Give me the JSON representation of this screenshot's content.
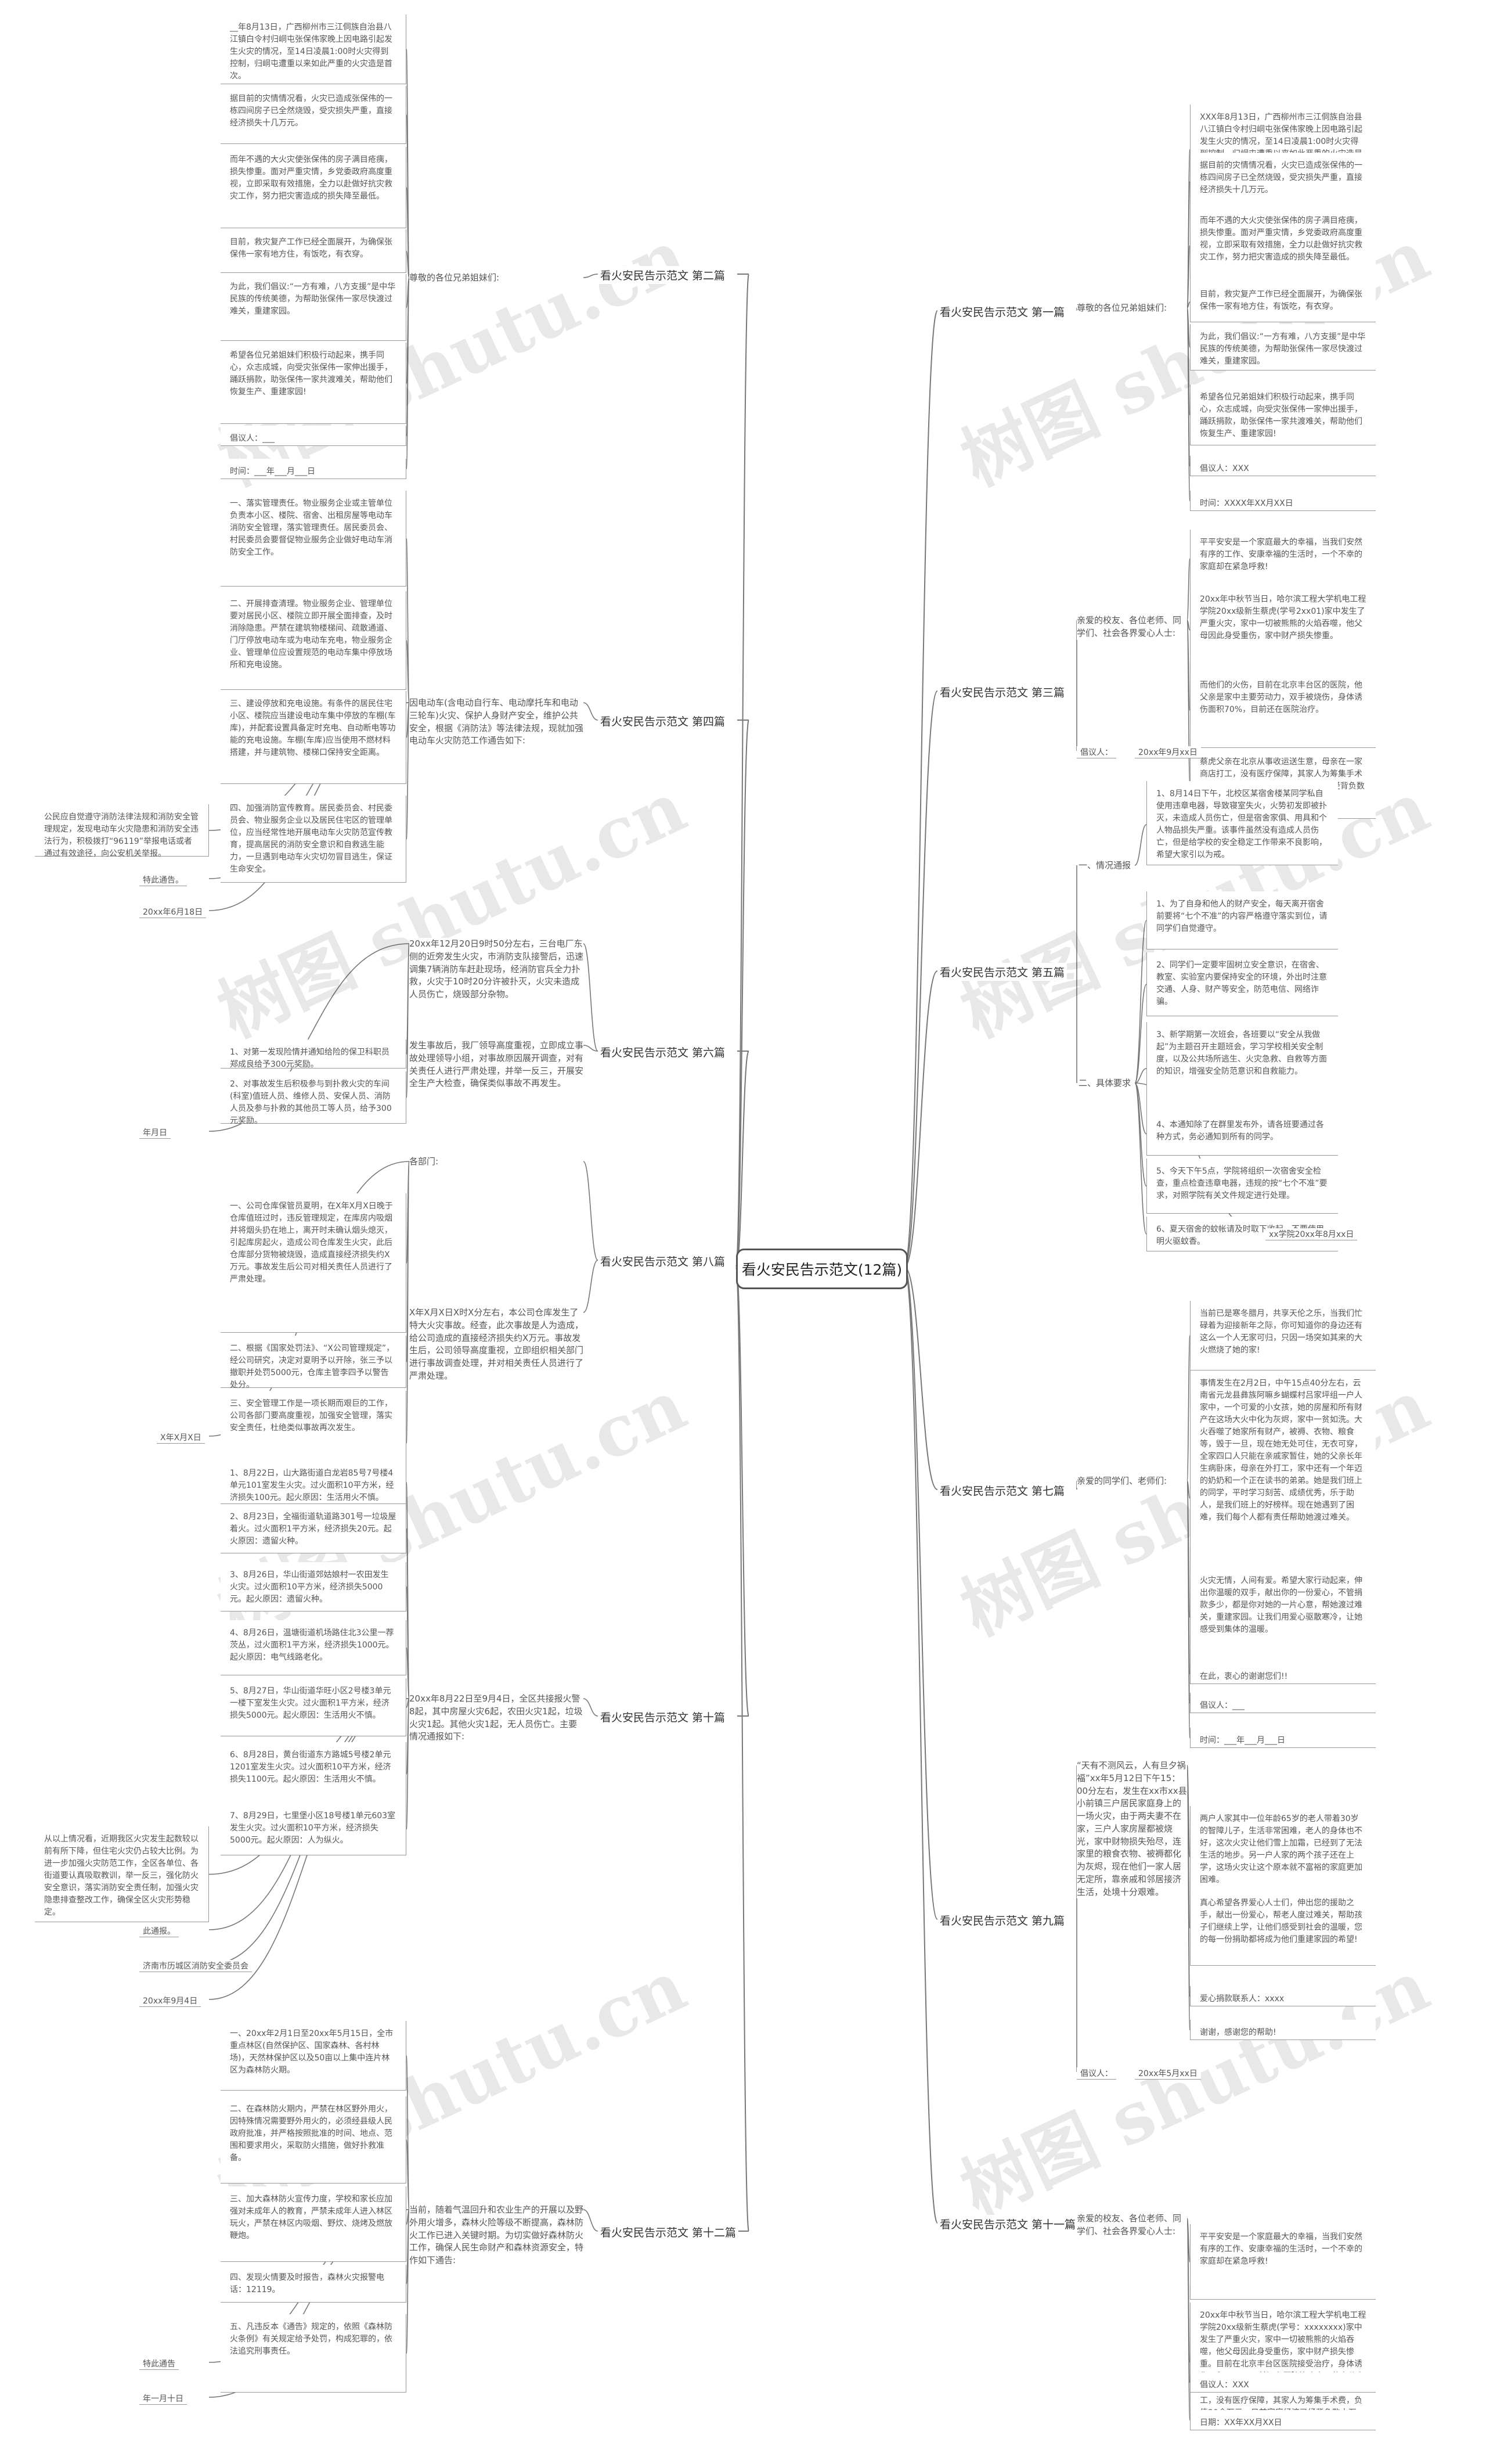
{
  "watermark": "树图 shutu.cn",
  "root": "看火安民告示范文(12篇)",
  "right": [
    {
      "title": "看火安民告示范文 第一篇",
      "intro": "尊敬的各位兄弟姐妹们:",
      "items": [
        "XXX年8月13日，广西柳州市三江侗族自治县八江镇白令村归峒屯张保伟家晚上因电路引起发生火灾的情况，至14日凌晨1:00时火灾得到控制，归峒屯遭重以来如此严重的火灾造是首次。",
        "据目前的灾情情况看，火灾已造成张保伟的一栋四间房子已全然烧毁，受灾损失严重，直接经济损失十几万元。",
        "而年不遇的大火灾使张保伟的房子满目疮痍，损失惨重。面对严重灾情，乡党委政府高度重视，立即采取有效措施，全力以赴做好抗灾救灾工作，努力把灾害造成的损失降至最低。",
        "目前，救灾复产工作已经全面展开，为确保张保伟一家有地方住，有饭吃，有衣穿。",
        "为此，我们倡议:“一方有难，八方支援”是中华民族的传统美德，为帮助张保伟一家尽快渡过难关，重建家园。",
        "希望各位兄弟姐妹们积极行动起来，携手同心，众志成城，向受灾张保伟一家伸出援手，踊跃捐款，助张保伟一家共渡难关，帮助他们恢复生产、重建家园!",
        "倡议人：XXX",
        "时间：XXXX年XX月XX日"
      ]
    },
    {
      "title": "看火安民告示范文 第三篇",
      "intro": "亲爱的校友、各位老师、同学们、社会各界爱心人士:",
      "items": [
        "平平安安是一个家庭最大的幸福，当我们安然有序的工作、安康幸福的生活时，一个不幸的家庭却在紧急呼救!",
        "20xx年中秋节当日，哈尔滨工程大学机电工程学院20xx级新生蔡虎(学号2xx01)家中发生了严重火灾，家中一切被熊熊的火焰吞噬，他父母因此身受重伤，家中财产损失惨重。",
        "而他们的火伤，目前在北京丰台区的医院，他父亲是家中主要劳动力，双手被烧伤，身体诱伤面积70%，目前还在医院治疗。",
        "蔡虎父亲在北京从事收运送生意，母亲在一家商店打工，没有医疗保障，其家人为筹集手术费，负债30余万元，目前家庭经济已经背负数十万元。"
      ],
      "sign": [
        "倡议人：",
        "20xx年9月xx日"
      ]
    },
    {
      "title": "看火安民告示范文 第五篇",
      "sec1": "一、情况通报",
      "sec1_text": "1、8月14日下午，北校区某宿舍楼某同学私自使用违章电器，导致寝室失火，火势初发即被扑灭，未造成人员伤亡，但是宿舍家俱、用具和个人物品损失严重。该事件虽然没有造成人员伤亡，但是给学校的安全稳定工作带来不良影响，希望大家引以为戒。",
      "sec2": "二、具体要求",
      "sec2_items": [
        "1、为了自身和他人的财产安全，每天离开宿舍前要将“七个不准”的内容严格遵守落实到位，请同学们自觉遵守。",
        "2、同学们一定要牢固树立安全意识，在宿舍、教室、实验室内要保持安全的环境，外出时注意交通、人身、财产等安全，防范电信、网络诈骗。",
        "3、新学期第一次班会，各班要以“安全从我做起”为主题召开主题班会，学习学校相关安全制度，以及公共场所逃生、火灾急救、自救等方面的知识，增强安全防范意识和自救能力。",
        "4、本通知除了在群里发布外，请各班要通过各种方式，务必通知到所有的同学。",
        "5、今天下午5点，学院将组织一次宿舍安全检查，重点检查违章电器，违规的按“七个不准”要求，对照学院有关文件规定进行处理。",
        "6、夏天宿舍的蚊帐请及时取下收起，不要使用明火驱蚊香。"
      ],
      "sign": "xx学院20xx年8月xx日"
    },
    {
      "title": "看火安民告示范文 第七篇",
      "intro": "亲爱的同学们、老师们:",
      "items": [
        "当前已是寒冬腊月，共享天伦之乐，当我们忙碌着为迎接新年之际，你可知道你的身边还有这么一个人无家可归，只因一场突如其来的大火燃烧了她的家!",
        "事情发生在2月2日，中午15点40分左右，云南省元龙县彝族阿嘛乡蝴蝶村吕家坪组一户人家中，一个可爱的小女孩，她的房屋和所有财产在这场大火中化为灰烬，家中一贫如洗。大火吞噬了她家所有财产，被褥、衣物、粮食等，毁于一旦，现在她无处可住，无衣可穿，全家四口人只能在亲戚家暂住，她的父亲长年生病卧床，母亲在外打工，家中还有一个年迈的奶奶和一个正在读书的弟弟。她是我们班上的同学，平时学习刻苦、成绩优秀，乐于助人，是我们班上的好榜样。现在她遇到了困难，我们每个人都有责任帮助她渡过难关。",
        "火灾无情，人间有爱。希望大家行动起来，伸出你温暖的双手，献出你的一份爱心，不管捐款多少，都是你对她的一片心意，帮她渡过难关，重建家园。让我们用爱心驱散寒冷，让她感受到集体的温暖。",
        "在此，衷心的谢谢您们!!",
        "倡议人：___",
        "时间：___年___月___日"
      ]
    },
    {
      "title": "看火安民告示范文 第九篇",
      "intro": "“天有不测风云，人有旦夕祸福”xx年5月12日下午15：00分左右，发生在xx市xx县小前镇三户居民家庭身上的一场火灾，由于两夫妻不在家，三户人家房屋都被烧光，家中财物损失殆尽，连家里的粮食衣物、被褥都化为灰烬，现在他们一家人居无定所，靠亲戚和邻居接济生活，处境十分艰难。",
      "items": [
        "两户人家其中一位年龄65岁的老人带着30岁的智障儿子，生活非常困难，老人的身体也不好，这次火灾让他们雪上加霜，已经到了无法生活的地步。另一户人家的两个孩子还在上学，这场火灾让这个原本就不富裕的家庭更加困难。",
        "真心希望各界爱心人士们，伸出您的援助之手，献出一份爱心，帮老人度过难关，帮助孩子们继续上学，让他们感受到社会的温暖，您的每一份捐助都将成为他们重建家园的希望!",
        "爱心捐款联系人：xxxx",
        "谢谢，感谢您的帮助!"
      ],
      "sign": [
        "倡议人：",
        "20xx年5月xx日"
      ]
    },
    {
      "title": "看火安民告示范文 第十一篇",
      "intro": "亲爱的校友、各位老师、同学们、社会各界爱心人士:",
      "items": [
        "平平安安是一个家庭最大的幸福，当我们安然有序的工作、安康幸福的生活时，一个不幸的家庭却在紧急呼救!",
        "20xx年中秋节当日，哈尔滨工程大学机电工程学院20xx级新生蔡虎(学号：xxxxxxxx)家中发生了严重火灾，家中一切被熊熊的火焰吞噬，他父母因此身受重伤，家中财产损失惨重。目前在北京丰台区医院接受治疗，身体诱伤面积70%，目前还在医院治疗中。蔡虎父亲在北京从事收运送生意，母亲在一家商店打工，没有医疗保障，其家人为筹集手术费，负债30余万元，目前家庭经济已经背负数十万元。",
        "倡议人：XXX",
        "日期：XX年XX月XX日"
      ]
    }
  ],
  "left": [
    {
      "title": "看火安民告示范文 第二篇",
      "intro": "尊敬的各位兄弟姐妹们:",
      "items": [
        "__年8月13日，广西柳州市三江侗族自治县八江镇白令村归峒屯张保伟家晚上因电路引起发生火灾的情况，至14日凌晨1:00时火灾得到控制，归峒屯遭重以来如此严重的火灾造是首次。",
        "据目前的灾情情况看，火灾已造成张保伟的一栋四间房子已全然烧毁，受灾损失严重，直接经济损失十几万元。",
        "而年不遇的大火灾使张保伟的房子满目疮痍，损失惨重。面对严重灾情，乡党委政府高度重视，立即采取有效措施，全力以赴做好抗灾救灾工作，努力把灾害造成的损失降至最低。",
        "目前，救灾复产工作已经全面展开，为确保张保伟一家有地方住，有饭吃，有衣穿。",
        "为此，我们倡议:“一方有难，八方支援”是中华民族的传统美德，为帮助张保伟一家尽快渡过难关，重建家园。",
        "希望各位兄弟姐妹们积极行动起来，携手同心，众志成城，向受灾张保伟一家伸出援手，踊跃捐款，助张保伟一家共渡难关，帮助他们恢复生产、重建家园!",
        "倡议人：___",
        "时间：___年___月___日"
      ]
    },
    {
      "title": "看火安民告示范文 第四篇",
      "intro": "因电动车(含电动自行车、电动摩托车和电动三轮车)火灾、保护人身财产安全，维护公共安全，根据《消防法》等法律法规，现就加强电动车火灾防范工作通告如下:",
      "items": [
        "一、落实管理责任。物业服务企业或主管单位负责本小区、楼院、宿舍、出租房屋等电动车消防安全管理，落实管理责任。居民委员会、村民委员会要督促物业服务企业做好电动车消防安全工作。",
        "二、开展排查清理。物业服务企业、管理单位要对居民小区、楼院立即开展全面排查，及时消除隐患。严禁在建筑物楼梯间、疏散通道、门厅停放电动车或为电动车充电，物业服务企业、管理单位应设置规范的电动车集中停放场所和充电设施。",
        "三、建设停放和充电设施。有条件的居民住宅小区、楼院应当建设电动车集中停放的车棚(车库)，并配套设置具备定时充电、自动断电等功能的充电设施。车棚(车库)应当使用不燃材料搭建，并与建筑物、楼梯口保持安全距离。",
        "四、加强消防宣传教育。居民委员会、村民委员会、物业服务企业以及居民住宅区的管理单位，应当经常性地开展电动车火灾防范宣传教育，提高居民的消防安全意识和自救逃生能力，一旦遇到电动车火灾切勿冒目逃生，保证生命安全。"
      ],
      "note": "公民应自觉遵守消防法律法规和消防安全管理规定，发现电动车火灾隐患和消防安全违法行为，积极拨打“96119”举报电话或者通过有效途径，向公安机关举报。",
      "sign": [
        "特此通告。",
        "20xx年6月18日"
      ]
    },
    {
      "title": "看火安民告示范文 第六篇",
      "intro": "20xx年12月20日9时50分左右，三台电厂东侧的近旁发生火灾，市消防支队接警后，迅速调集7辆消防车赶赴现场，经消防官兵全力扑救，火灾于10时20分许被扑灭，火灾未造成人员伤亡，烧毁部分杂物。",
      "intro2": "发生事故后，我厂领导高度重视，立即成立事故处理领导小组，对事故原因展开调查，对有关责任人进行严肃处理，并举一反三，开展安全生产大检查，确保类似事故不再发生。",
      "items": [
        "1、对第一发现险情并通知给险的保卫科职员郑成良给予300元奖励。",
        "2、对事故发生后积极参与到扑救火灾的车间(科室)值班人员、维修人员、安保人员、消防人员及参与扑救的其他员工等人员，给予300元奖励。"
      ],
      "sign": "年月日"
    },
    {
      "title": "看火安民告示范文 第八篇",
      "intro": "各部门:",
      "items": [
        "一、公司仓库保管员夏明，在X年X月X日晚于仓库值班过时，违反管理规定，在库房内吸烟并将烟头扔在地上，离开时未确认烟头熄灭，引起库房起火，造成公司仓库发生火灾，此后仓库部分货物被烧毁，造成直接经济损失约X万元。事故发生后公司对相关责任人员进行了严肃处理。",
        "二、根据《国家处罚法》、“X公司管理规定”，经公司研究，决定对夏明予以开除，张三予以撤职并处罚5000元，仓库主管李四予以警告处分。",
        "三、安全管理工作是一项长期而艰巨的工作，公司各部门要高度重视，加强安全管理，落实安全责任，杜绝类似事故再次发生。"
      ],
      "intro2": "X年X月X日X时X分左右，本公司仓库发生了特大火灾事故。经查，此次事故是人为造成，给公司造成的直接经济损失约X万元。事故发生后，公司领导高度重视，立即组织相关部门进行事故调查处理，并对相关责任人员进行了严肃处理。",
      "sign": "X年X月X日"
    },
    {
      "title": "看火安民告示范文 第十篇",
      "intro": "20xx年8月22日至9月4日，全区共接报火警8起，其中房屋火灾6起，农田火灾1起，垃圾火灾1起。其他火灾1起，无人员伤亡。主要情况通报如下:",
      "items": [
        "1、8月22日，山大路街道白龙岩85号7号楼4单元101室发生火灾。过火面积10平方米，经济损失100元。起火原因：生活用火不慎。",
        "2、8月23日，全福街道轨道路301号一垃圾屋着火。过火面积1平方米，经济损失20元。起火原因：遗留火种。",
        "3、8月26日，华山街道郊姑娘村一农田发生火灾。过火面积10平方米，经济损失5000元。起火原因：遗留火种。",
        "4、8月26日，温塘街道机场路住北3公里一荐茨丛，过火面积1平方米，经济损失1000元。起火原因：电气线路老化。",
        "5、8月27日，华山街道华旺小区2号楼3单元一楼下室发生火灾。过火面积1平方米，经济损失5000元。起火原因：生活用火不慎。",
        "6、8月28日，黄台街道东方路城5号楼2单元1201室发生火灾。过火面积10平方米，经济损失1100元。起火原因：生活用火不慎。",
        "7、8月29日，七里堡小区18号楼1单元603室发生火灾。过火面积10平方米，经济损失5000元。起火原因：人为纵火。"
      ],
      "note": "从以上情况看，近期我区火灾发生起数较以前有所下降，但住宅火灾仍占较大比例。为进一步加强火灾防范工作，全区各单位、各街道要认真吸取教训，举一反三，强化防火安全意识，落实消防安全责任制，加强火灾隐患排查整改工作，确保全区火灾形势稳定。",
      "sign": [
        "此通报。",
        "济南市历城区消防安全委员会",
        "20xx年9月4日"
      ]
    },
    {
      "title": "看火安民告示范文 第十二篇",
      "intro": "当前，随着气温回升和农业生产的开展以及野外用火增多，森林火险等级不断提高，森林防火工作已进入关键时期。为切实做好森林防火工作，确保人民生命财产和森林资源安全，特作如下通告:",
      "items": [
        "一、20xx年2月1日至20xx年5月15日，全市重点林区(自然保护区、国家森林、各村林场)，天然林保护区以及50亩以上集中连片林区为森林防火期。",
        "二、在森林防火期内，严禁在林区野外用火，因特殊情况需要野外用火的，必须经县级人民政府批准，并严格按照批准的时间、地点、范围和要求用火，采取防火措施，做好扑救准备。",
        "三、加大森林防火宣传力度，学校和家长应加强对未成年人的教育，严禁未成年人进入林区玩火，严禁在林区内吸烟、野炊、烧烤及燃放鞭炮。",
        "四、发现火情要及时报告，森林火灾报警电话：12119。",
        "五、凡违反本《通告》规定的，依照《森林防火条例》有关规定给予处罚，构成犯罪的，依法追究刑事责任。"
      ],
      "sign": [
        "特此通告",
        "年一月十日"
      ]
    }
  ]
}
